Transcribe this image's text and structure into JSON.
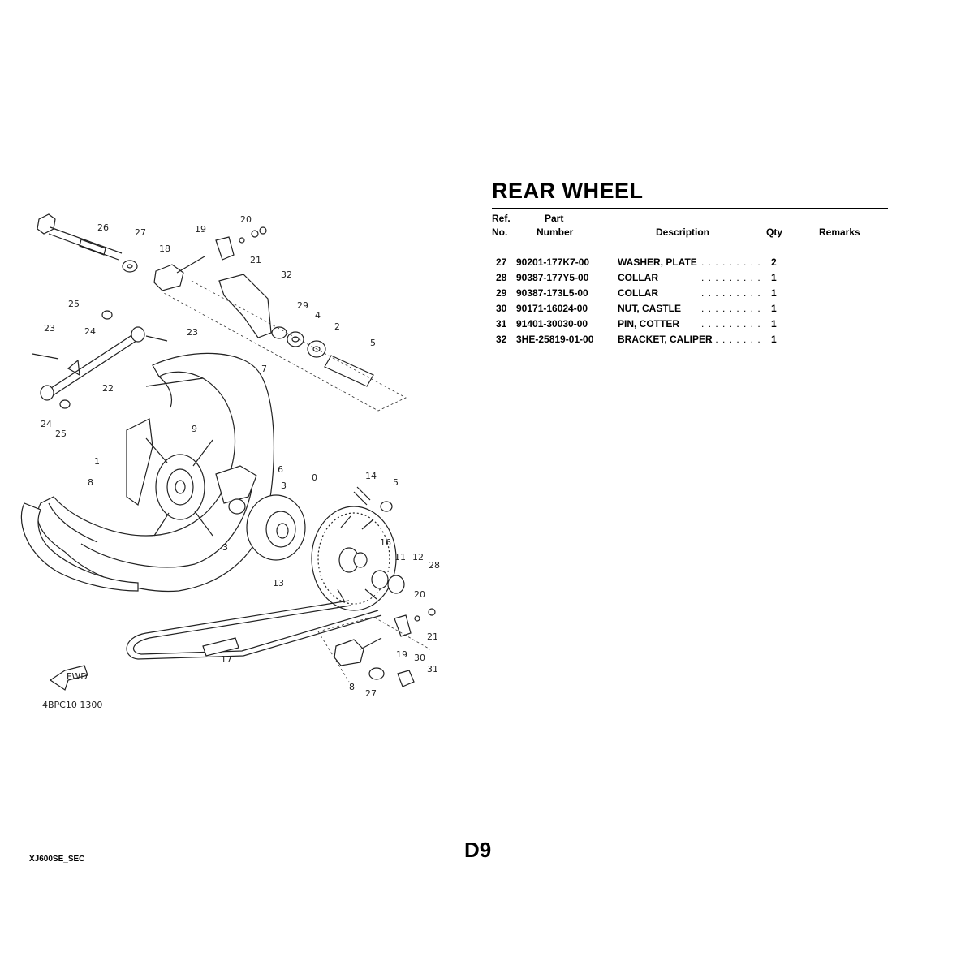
{
  "header": {
    "title": "REAR WHEEL"
  },
  "table": {
    "columns": {
      "ref_line1": "Ref.",
      "ref_line2": "No.",
      "part_line1": "Part",
      "part_line2": "Number",
      "description": "Description",
      "qty": "Qty",
      "remarks": "Remarks"
    },
    "rows": [
      {
        "ref": "27",
        "part_number": "90201-177K7-00",
        "description": "WASHER, PLATE",
        "qty": "2"
      },
      {
        "ref": "28",
        "part_number": "90387-177Y5-00",
        "description": "COLLAR",
        "qty": "1"
      },
      {
        "ref": "29",
        "part_number": "90387-173L5-00",
        "description": "COLLAR",
        "qty": "1"
      },
      {
        "ref": "30",
        "part_number": "90171-16024-00",
        "description": "NUT, CASTLE",
        "qty": "1"
      },
      {
        "ref": "31",
        "part_number": "91401-30030-00",
        "description": "PIN, COTTER",
        "qty": "1"
      },
      {
        "ref": "32",
        "part_number": "3HE-25819-01-00",
        "description": "BRACKET, CALIPER",
        "qty": "1"
      }
    ]
  },
  "diagram": {
    "callouts": [
      "26",
      "27",
      "18",
      "19",
      "20",
      "21",
      "32",
      "25",
      "24",
      "23",
      "23",
      "29",
      "4",
      "2",
      "5",
      "7",
      "22",
      "24",
      "25",
      "9",
      "1",
      "6",
      "3",
      "0",
      "14",
      "5",
      "8",
      "3",
      "16",
      "11",
      "12",
      "28",
      "13",
      "20",
      "21",
      "19",
      "30",
      "31",
      "17",
      "8",
      "27"
    ],
    "drawing_code": "4BPC10 1300",
    "fwd_label": "FWD"
  },
  "footer": {
    "page_code": "D9",
    "model_code": "XJ600SE_SEC"
  }
}
